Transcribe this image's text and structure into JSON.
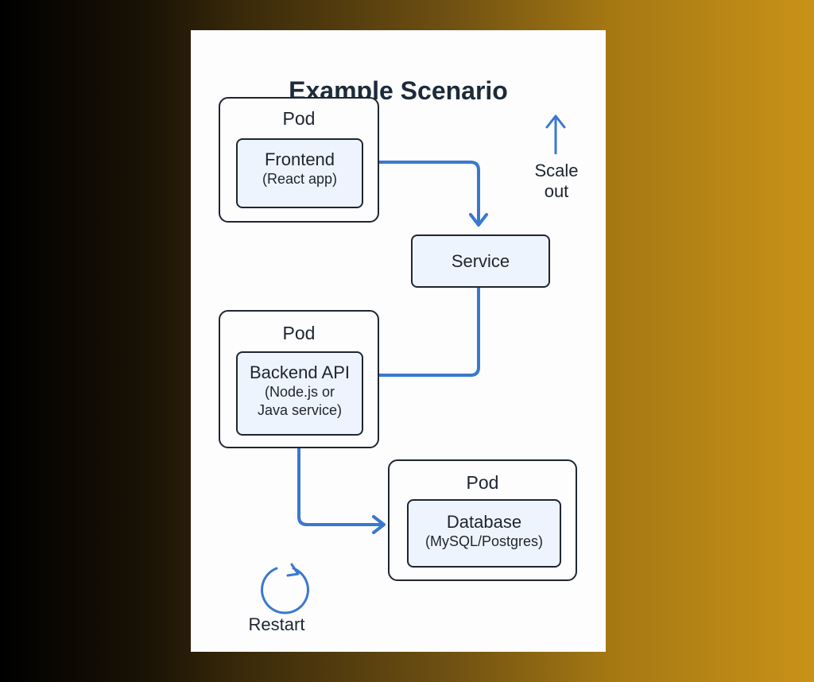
{
  "title": "Example Scenario",
  "colors": {
    "accent": "#3a78d0",
    "border": "#1f2630",
    "inner_fill": "#eef4fd",
    "card": "#fdfdfd",
    "text": "#1d2530"
  },
  "pods": [
    {
      "label": "Pod",
      "component": "Frontend",
      "detail": "(React app)"
    },
    {
      "label": "Pod",
      "component": "Backend API",
      "detail_lines": [
        "(Node.js or",
        "Java service)"
      ]
    },
    {
      "label": "Pod",
      "component": "Database",
      "detail": "(MySQL/Postgres)"
    }
  ],
  "service": {
    "label": "Service"
  },
  "annotations": {
    "scale_out": {
      "icon": "arrow-up-icon",
      "lines": [
        "Scale",
        "out"
      ]
    },
    "restart": {
      "icon": "refresh-icon",
      "label": "Restart"
    }
  },
  "connections": [
    {
      "from": "Frontend",
      "to": "Service"
    },
    {
      "from": "Service",
      "to": "Backend API"
    },
    {
      "from": "Backend API",
      "to": "Database"
    }
  ]
}
